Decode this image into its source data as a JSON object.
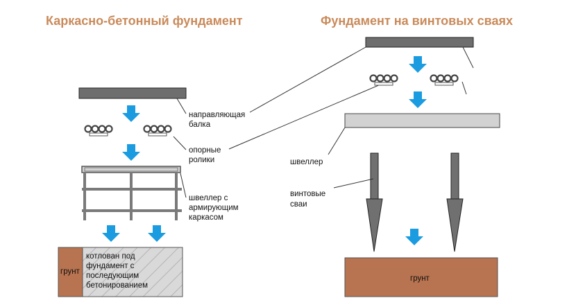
{
  "titles": {
    "left": "Каркасно-бетонный фундамент",
    "right": "Фундамент на винтовых сваях"
  },
  "labels": {
    "guide_beam": [
      "направляющая",
      "балка"
    ],
    "rollers": [
      "опорные",
      "ролики"
    ],
    "channel_frame": [
      "швеллер с",
      "армирующим",
      "каркасом"
    ],
    "pit": [
      "котлован под",
      "фундамент с",
      "последующим",
      "бетонированием"
    ],
    "soil_left": "грунт",
    "channel_right": "швеллер",
    "screw_piles": [
      "винтовые",
      "сваи"
    ],
    "soil_right": "грунт"
  },
  "colors": {
    "title": "#c98a5a",
    "beam": "#6e6e6e",
    "channel": "#d2d2d2",
    "arrow": "#1b9be0",
    "soil": "#b87350",
    "pit": "#d9d9d9",
    "pile": "#707070"
  }
}
